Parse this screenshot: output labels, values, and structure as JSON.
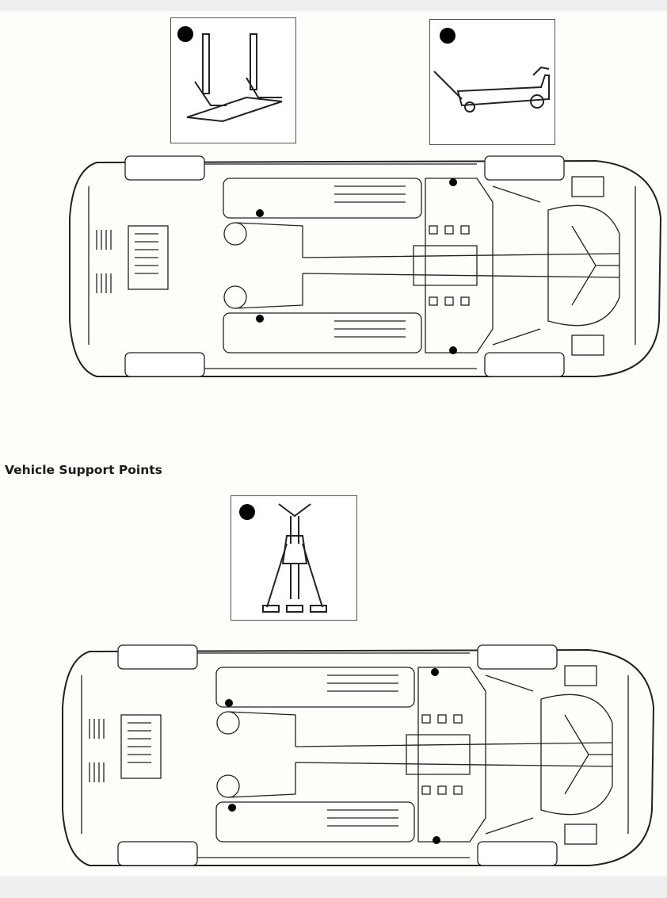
{
  "document": {
    "section_heading": "Vehicle Support Points"
  },
  "figures": [
    {
      "name": "lifting-points-diagram",
      "icons": [
        "two-post-lift-icon",
        "trolley-jack-icon"
      ],
      "marker_count": 4
    },
    {
      "name": "support-points-diagram",
      "icons": [
        "axle-stand-icon"
      ],
      "marker_count": 4
    }
  ],
  "colors": {
    "marker": "#000000",
    "line": "#222222",
    "page": "#fdfdf9"
  }
}
